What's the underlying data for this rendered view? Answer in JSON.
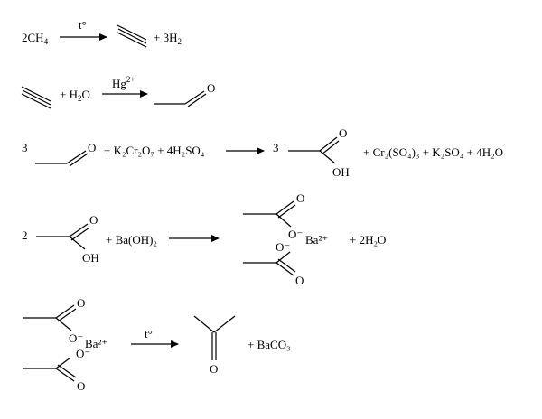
{
  "reactions": [
    {
      "coef": "2",
      "reactant_ch4": {
        "main": "CH",
        "sub": "4"
      },
      "condition": "t°",
      "products": [
        {
          "main": "+ 3H",
          "sub": "2"
        }
      ]
    },
    {
      "reagent_water": {
        "pre": "+ H",
        "sub": "2",
        "post": "O"
      },
      "catalyst": {
        "main": "Hg",
        "sup": "2+"
      },
      "carbonyl_o": "O"
    },
    {
      "coef_left": "3",
      "aldehyde_o": "O",
      "oxidant": "+ K₂Cr₂O₇ + 4H₂SO₄",
      "coef_right": "3",
      "acid_o": "O",
      "acid_oh": "OH",
      "byproducts": "+ Cr₂(SO₄)₃ + K₂SO₄ + 4H₂O"
    },
    {
      "coef": "2",
      "acid_o": "O",
      "acid_oh": "OH",
      "base": "+ Ba(OH)₂",
      "salt_o_top": "O",
      "salt_o_minus_top": "O⁻",
      "salt_o_minus_bottom": "O⁻",
      "salt_o_bottom": "O",
      "barium": "Ba²⁺",
      "water": "+ 2H₂O"
    },
    {
      "salt_o_top": "O",
      "salt_o_minus_top": "O⁻",
      "salt_o_minus_bottom": "O⁻",
      "salt_o_bottom": "O",
      "barium": "Ba²⁺",
      "condition": "t°",
      "ketone_o": "O",
      "carbonate": "+ BaCO₃"
    }
  ]
}
